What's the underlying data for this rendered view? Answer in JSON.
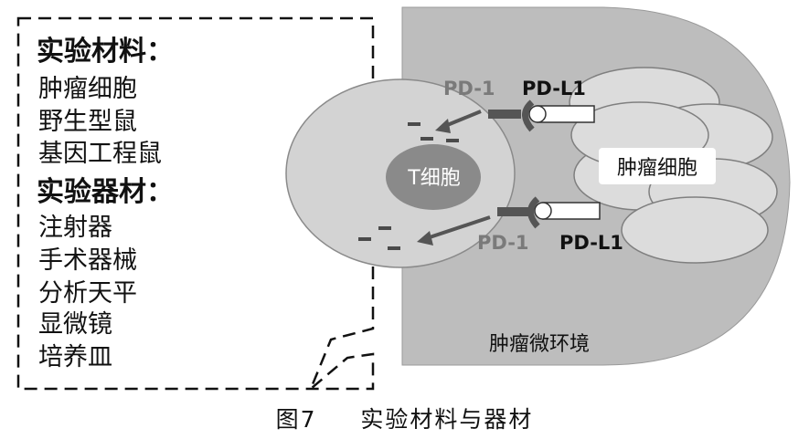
{
  "materials": {
    "heading1": "实验材料：",
    "group1": [
      "肿瘤细胞",
      "野生型鼠",
      "基因工程鼠"
    ],
    "heading2": "实验器材：",
    "group2": [
      "注射器",
      "手术器械",
      "分析天平",
      "显微镜",
      "培养皿"
    ]
  },
  "diagram": {
    "t_cell_label": "T细胞",
    "tumor_cell_label": "肿瘤细胞",
    "microenvironment_label": "肿瘤微环境",
    "pd1_top": "PD-1",
    "pdl1_top": "PD-L1",
    "pd1_bottom": "PD-1",
    "pdl1_bottom": "PD-L1"
  },
  "caption": {
    "figure_no": "图7",
    "title": "实验材料与器材"
  },
  "colors": {
    "microenvironment": "#bdbdbd",
    "t_cell": "#d3d3d3",
    "t_cell_nucleus": "#8a8a8a",
    "tumor_cell": "#dcdcdc",
    "receptor": "#555555",
    "text_dark": "#111111",
    "text_muted": "#7a7a7a"
  }
}
